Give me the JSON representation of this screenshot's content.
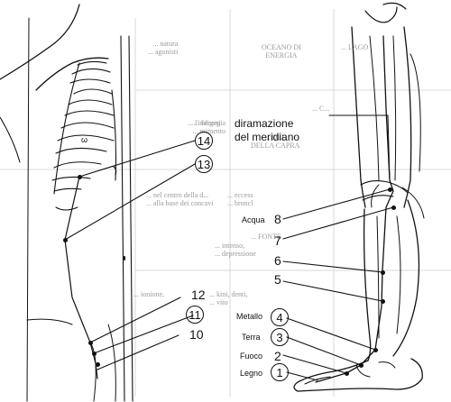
{
  "left_points": [
    {
      "number": "14",
      "circled": true
    },
    {
      "number": "13",
      "circled": true
    },
    {
      "number": "12",
      "circled": false
    },
    {
      "number": "11",
      "circled": true
    },
    {
      "number": "10",
      "circled": false
    }
  ],
  "leg_points": [
    {
      "number": "8",
      "circled": false
    },
    {
      "number": "7",
      "circled": false
    },
    {
      "number": "6",
      "circled": false
    },
    {
      "number": "5",
      "circled": false
    },
    {
      "number": "4",
      "circled": true
    },
    {
      "number": "3",
      "circled": true
    },
    {
      "number": "2",
      "circled": false
    },
    {
      "number": "1",
      "circled": true
    }
  ],
  "element_labels": {
    "acqua": "Acqua",
    "metallo": "Metallo",
    "terra": "Terra",
    "fuoco": "Fuoco",
    "legno": "Legno"
  },
  "branch_label": {
    "line1": "diramazione",
    "line2": "del meridiano"
  },
  "background_table": {
    "top_left": "... natura\n... agonisti",
    "header_mid": "OCEANO DI\nENERGIA",
    "header_right": "... LAGO",
    "mid_left": "... l'indigeri",
    "mid_right": "... l'energia\n... mimento",
    "row2_mid": "... DEL\nDELLA CAPRA",
    "row2_top": "... C...",
    "row3_left": "... nel centro della d...\n... alla base dei concavi",
    "row3_right": "... eccess\n... broncl",
    "row3_mid": "... FONTE",
    "row3_sub": "... intenso,\n... depressione",
    "bottom_left": "... ionione,",
    "bottom_left2": "... kini, denti,\n... vito"
  }
}
